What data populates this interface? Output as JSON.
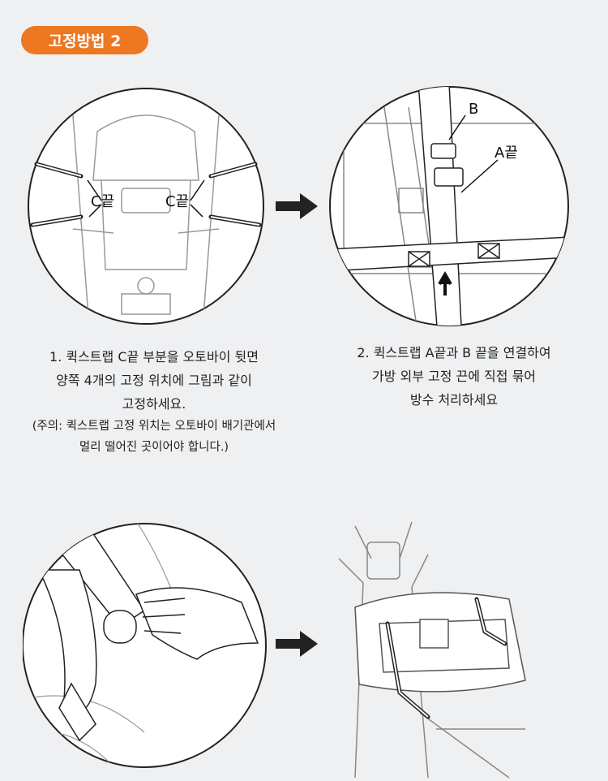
{
  "header": {
    "badge": "고정방법 2"
  },
  "step1": {
    "labels": {
      "c_left": "C끝",
      "c_right": "C끝"
    },
    "caption": [
      "1. 퀵스트랩 C끝 부분을 오토바이 뒷면",
      "양쪽 4개의 고정 위치에 그림과 같이",
      "고정하세요."
    ],
    "note": [
      "(주의: 퀵스트랩 고정 위치는 오토바이 배기관에서",
      "멀리 떨어진 곳이어야 합니다.)"
    ]
  },
  "step2": {
    "labels": {
      "b": "B",
      "a": "A끝"
    },
    "caption": [
      "2. 퀵스트랩 A끝과 B 끝을 연결하여",
      "가방 외부 고정 끈에 직접 묶어",
      "방수 처리하세요"
    ]
  },
  "colors": {
    "accent": "#ee7722",
    "background": "#eff0f2",
    "line": "#333333"
  }
}
